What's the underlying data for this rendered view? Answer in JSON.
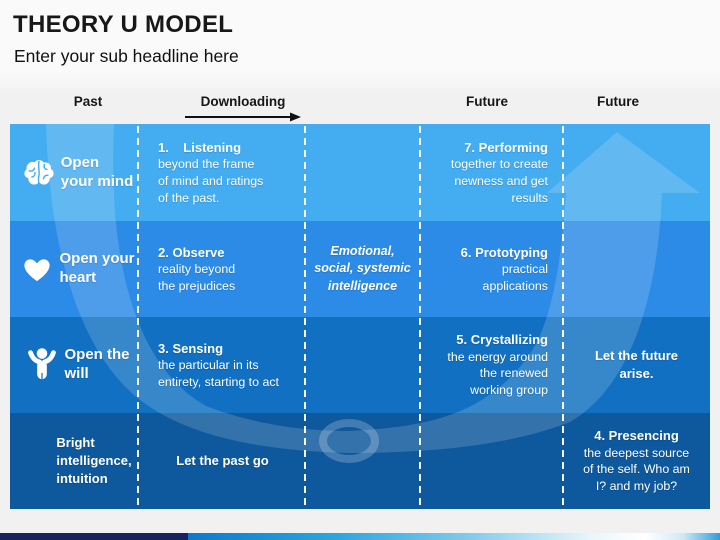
{
  "slide": {
    "title": "THEORY U MODEL",
    "subtitle": "Enter your sub headline here"
  },
  "headers": {
    "past": "Past",
    "downloading": "Downloading",
    "future_near": "Future",
    "future_far": "Future"
  },
  "rows": [
    {
      "label": "Open\nyour mind",
      "icon": "brain-icon",
      "bg": "#44acf0",
      "past_lead": "1.    Listening",
      "past_body": "beyond the frame\nof mind and ratings\nof the past.",
      "future_lead": "7. Performing",
      "future_body": "together to create\nnewness and get\nresults"
    },
    {
      "label": "Open your\nheart",
      "icon": "heart-icon",
      "bg": "#2b8be7",
      "past_lead": "2. Observe",
      "past_body": "reality beyond\nthe prejudices",
      "middle_note": "Emotional,\nsocial, systemic\nintelligence",
      "future_lead": "6. Prototyping",
      "future_body": "practical\napplications"
    },
    {
      "label": "Open the\nwill",
      "icon": "person-raised-arms-icon",
      "bg": "#1170c2",
      "past_lead": "3. Sensing",
      "past_body": "the particular in its\nentirety, starting to act",
      "future_lead": "5. Crystallizing",
      "future_body": "the energy around\nthe renewed\nworking group",
      "far_future_note": "Let the future\narise."
    },
    {
      "label": "Bright\nintelligence,\nintuition",
      "icon": null,
      "bg": "#0e589d",
      "past_note": "Let the past go",
      "far_future_lead": "4. Presencing",
      "far_future_body": "the deepest source\nof the self. Who am\nI? and my job?"
    }
  ],
  "colors": {
    "row1": "#44acf0",
    "row2": "#2b8be7",
    "row3": "#1170c2",
    "row4": "#0e589d",
    "bar_navy": "#19235e",
    "bar_blue": "#2aa7e0",
    "watermark": "rgba(255,255,255,0.16)"
  }
}
